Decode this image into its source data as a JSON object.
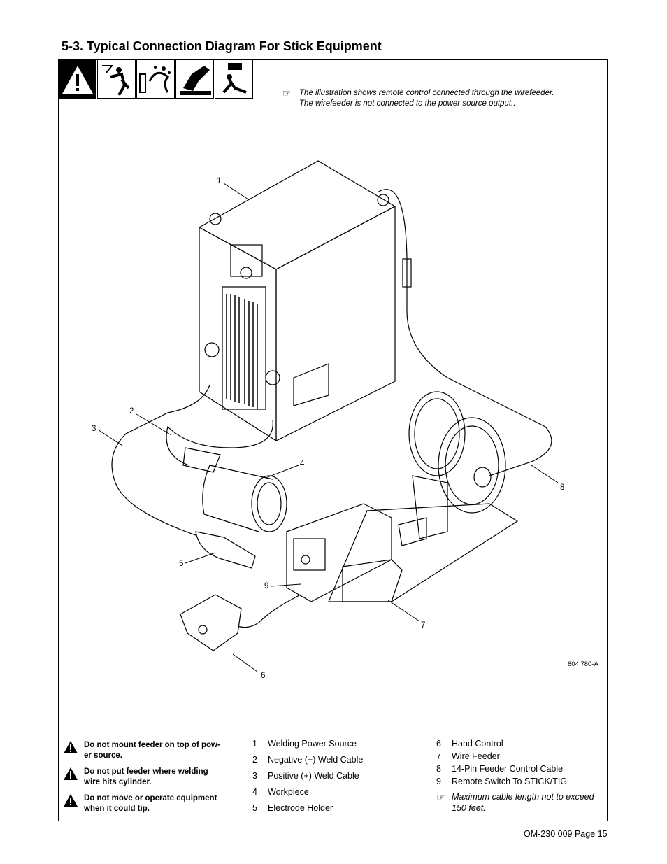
{
  "section": {
    "title": "5-3.   Typical Connection Diagram For Stick Equipment"
  },
  "top_note": {
    "line1": "The illustration shows remote control connected through the wirefeeder.",
    "line2": "The wirefeeder is not connected to the power source output.."
  },
  "callouts": [
    "1",
    "2",
    "3",
    "4",
    "5",
    "6",
    "7",
    "8",
    "9"
  ],
  "figure_id": "804 780-A",
  "warnings": [
    "Do not mount feeder on top of power source.",
    "Do not put feeder where welding wire hits cylinder.",
    "Do not move or operate equipment when it could tip."
  ],
  "warning_lines": [
    [
      "Do not mount feeder on top of pow-",
      "er source."
    ],
    [
      "Do not put feeder where welding",
      "wire hits cylinder."
    ],
    [
      "Do not move or operate equipment",
      "when it could tip."
    ]
  ],
  "legend_left": [
    {
      "num": "1",
      "label": "Welding Power Source"
    },
    {
      "num": "2",
      "label": "Negative (−) Weld Cable"
    },
    {
      "num": "3",
      "label": "Positive (+) Weld Cable"
    },
    {
      "num": "4",
      "label": "Workpiece"
    },
    {
      "num": "5",
      "label": "Electrode Holder"
    }
  ],
  "legend_right": [
    {
      "num": "6",
      "label": "Hand Control"
    },
    {
      "num": "7",
      "label": "Wire Feeder"
    },
    {
      "num": "8",
      "label": "14-Pin Feeder Control Cable"
    },
    {
      "num": "9",
      "label": "Remote Switch To STICK/TIG"
    }
  ],
  "bottom_note": {
    "line1": "Maximum cable length not to exceed",
    "line2": "150 feet."
  },
  "footer": {
    "page": "OM-230 009 Page 15"
  },
  "icons": [
    "warning-triangle-icon",
    "electric-shock-icon",
    "fumes-icon",
    "hot-parts-icon",
    "falling-equipment-icon",
    "note-hand-icon"
  ]
}
